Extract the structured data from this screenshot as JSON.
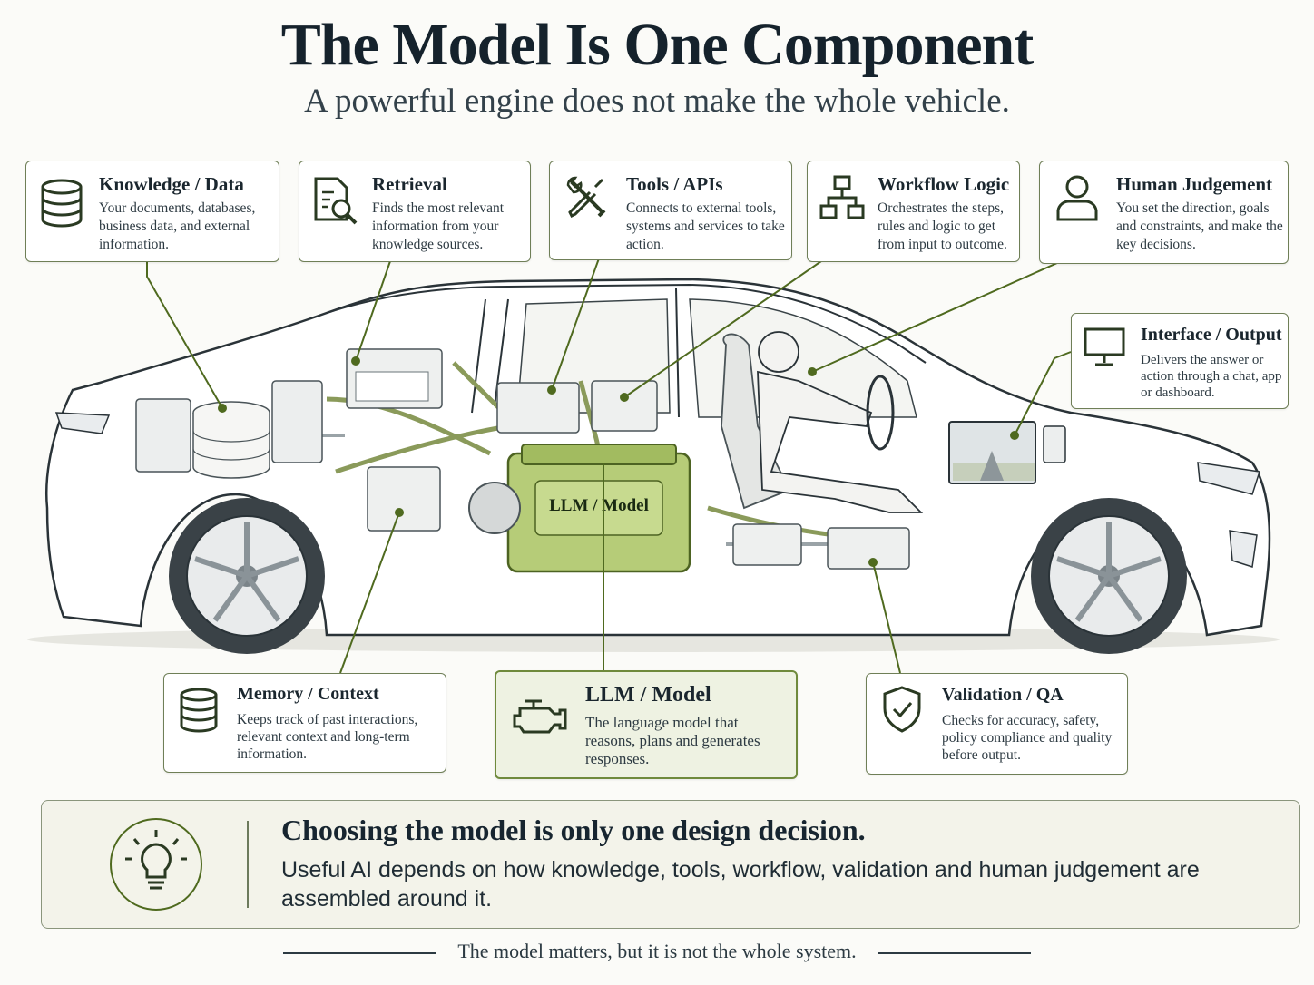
{
  "header": {
    "title": "The Model Is One Component",
    "subtitle": "A powerful engine does not make the whole vehicle."
  },
  "components": {
    "knowledge": {
      "icon": "database-icon",
      "title": "Knowledge / Data",
      "description": "Your documents, databases, business data, and external information."
    },
    "retrieval": {
      "icon": "document-search-icon",
      "title": "Retrieval",
      "description": "Finds the most relevant information from your knowledge sources."
    },
    "tools": {
      "icon": "wrench-screwdriver-icon",
      "title": "Tools / APIs",
      "description": "Connects to external tools, systems and services to take action."
    },
    "workflow": {
      "icon": "flowchart-icon",
      "title": "Workflow Logic",
      "description": "Orchestrates the steps, rules and logic to get from input to outcome."
    },
    "human": {
      "icon": "person-icon",
      "title": "Human Judgement",
      "description": "You set the direction, goals and constraints, and make the key decisions."
    },
    "interface": {
      "icon": "monitor-icon",
      "title": "Interface / Output",
      "description": "Delivers the answer or action through a chat, app or dashboard."
    },
    "memory": {
      "icon": "database-icon",
      "title": "Memory / Context",
      "description": "Keeps track of past interactions, relevant context and long-term information."
    },
    "model": {
      "icon": "engine-icon",
      "title": "LLM / Model",
      "description": "The language model that reasons, plans and generates responses."
    },
    "validation": {
      "icon": "shield-check-icon",
      "title": "Validation / QA",
      "description": "Checks for accuracy, safety, policy compliance and quality before output."
    }
  },
  "engine_label": "LLM / Model",
  "banner": {
    "icon": "lightbulb-icon",
    "headline": "Choosing the model is only one design decision.",
    "body": "Useful AI depends on how knowledge, tools, workflow, validation and human judgement are assembled around it."
  },
  "footer": {
    "text": "The model matters, but it is not the whole system."
  },
  "colors": {
    "accent_green": "#6f8a3c",
    "engine_green": "#9dbb5b",
    "text_dark": "#15222c"
  }
}
